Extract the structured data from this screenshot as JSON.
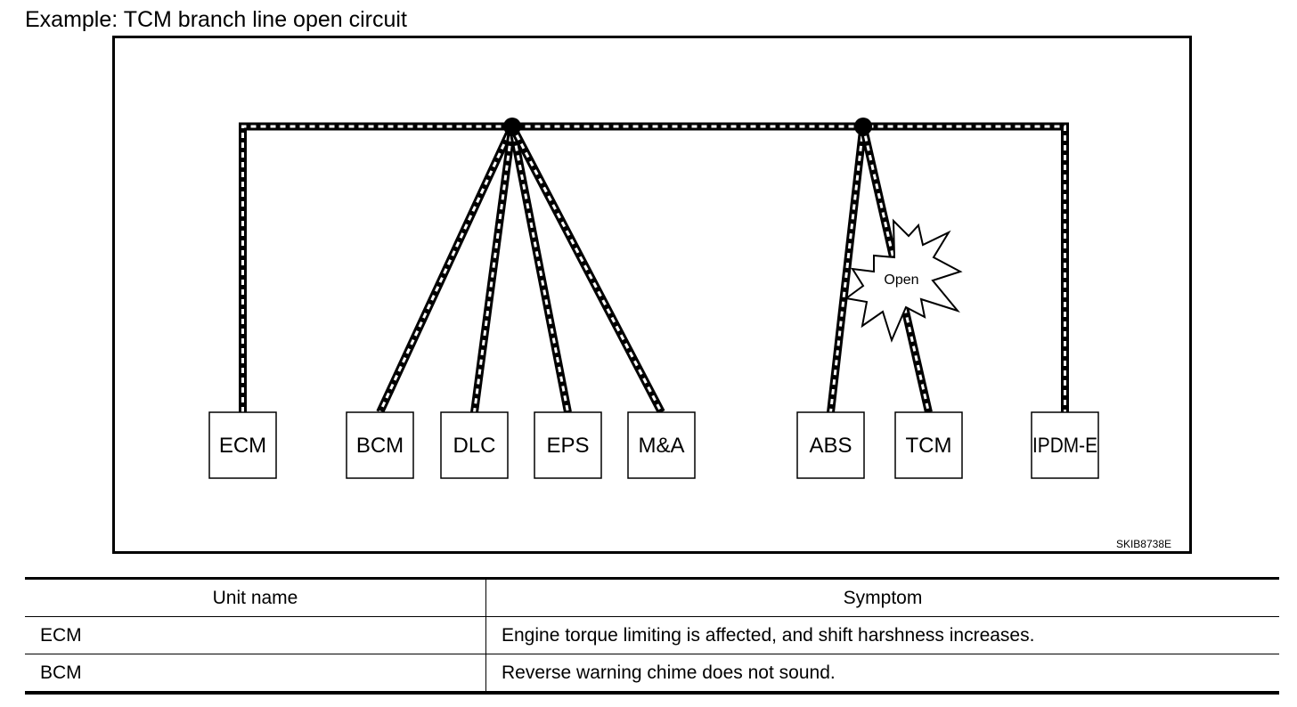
{
  "title": "Example: TCM branch line open circuit",
  "diagram": {
    "units": [
      {
        "id": "ecm",
        "label": "ECM",
        "hub": "left"
      },
      {
        "id": "bcm",
        "label": "BCM",
        "hub": "hub1"
      },
      {
        "id": "dlc",
        "label": "DLC",
        "hub": "hub1"
      },
      {
        "id": "eps",
        "label": "EPS",
        "hub": "hub1"
      },
      {
        "id": "ma",
        "label": "M&A",
        "hub": "hub1"
      },
      {
        "id": "abs",
        "label": "ABS",
        "hub": "hub2"
      },
      {
        "id": "tcm",
        "label": "TCM",
        "hub": "hub2",
        "open": true
      },
      {
        "id": "ipdm",
        "label": "IPDM-E",
        "hub": "right"
      }
    ],
    "open_label": "Open",
    "figure_code": "SKIB8738E"
  },
  "table": {
    "headers": [
      "Unit name",
      "Symptom"
    ],
    "rows": [
      [
        "ECM",
        "Engine torque limiting is affected, and shift harshness increases."
      ],
      [
        "BCM",
        "Reverse warning chime does not sound."
      ]
    ]
  }
}
